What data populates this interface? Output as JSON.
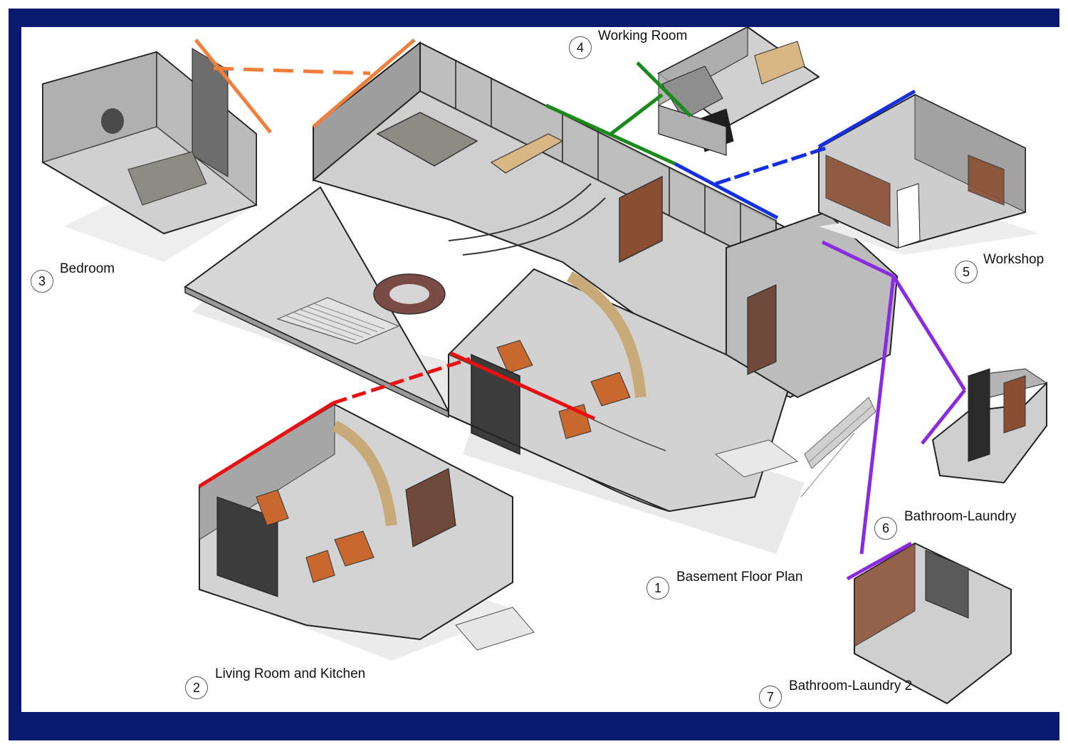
{
  "views": [
    {
      "number": "1",
      "label": "Basement Floor Plan"
    },
    {
      "number": "2",
      "label": "Living Room and Kitchen"
    },
    {
      "number": "3",
      "label": "Bedroom"
    },
    {
      "number": "4",
      "label": "Working Room"
    },
    {
      "number": "5",
      "label": "Workshop"
    },
    {
      "number": "6",
      "label": "Bathroom-Laundry"
    },
    {
      "number": "7",
      "label": "Bathroom-Laundry 2"
    }
  ],
  "colors": {
    "frame": "#0a1a6e",
    "bedroom_link": "#f07f3c",
    "living_link": "#e81010",
    "working_link": "#1a8a1a",
    "workshop_link": "#1530e0",
    "bathroom_link": "#8a2be2",
    "floor": "#d9d9d9",
    "glass": "#c8c8c8",
    "wood": "#8a4f33",
    "sofa": "#c9682e"
  },
  "icons": [
    "room-view-icon",
    "staircase-icon",
    "furniture-icon"
  ]
}
